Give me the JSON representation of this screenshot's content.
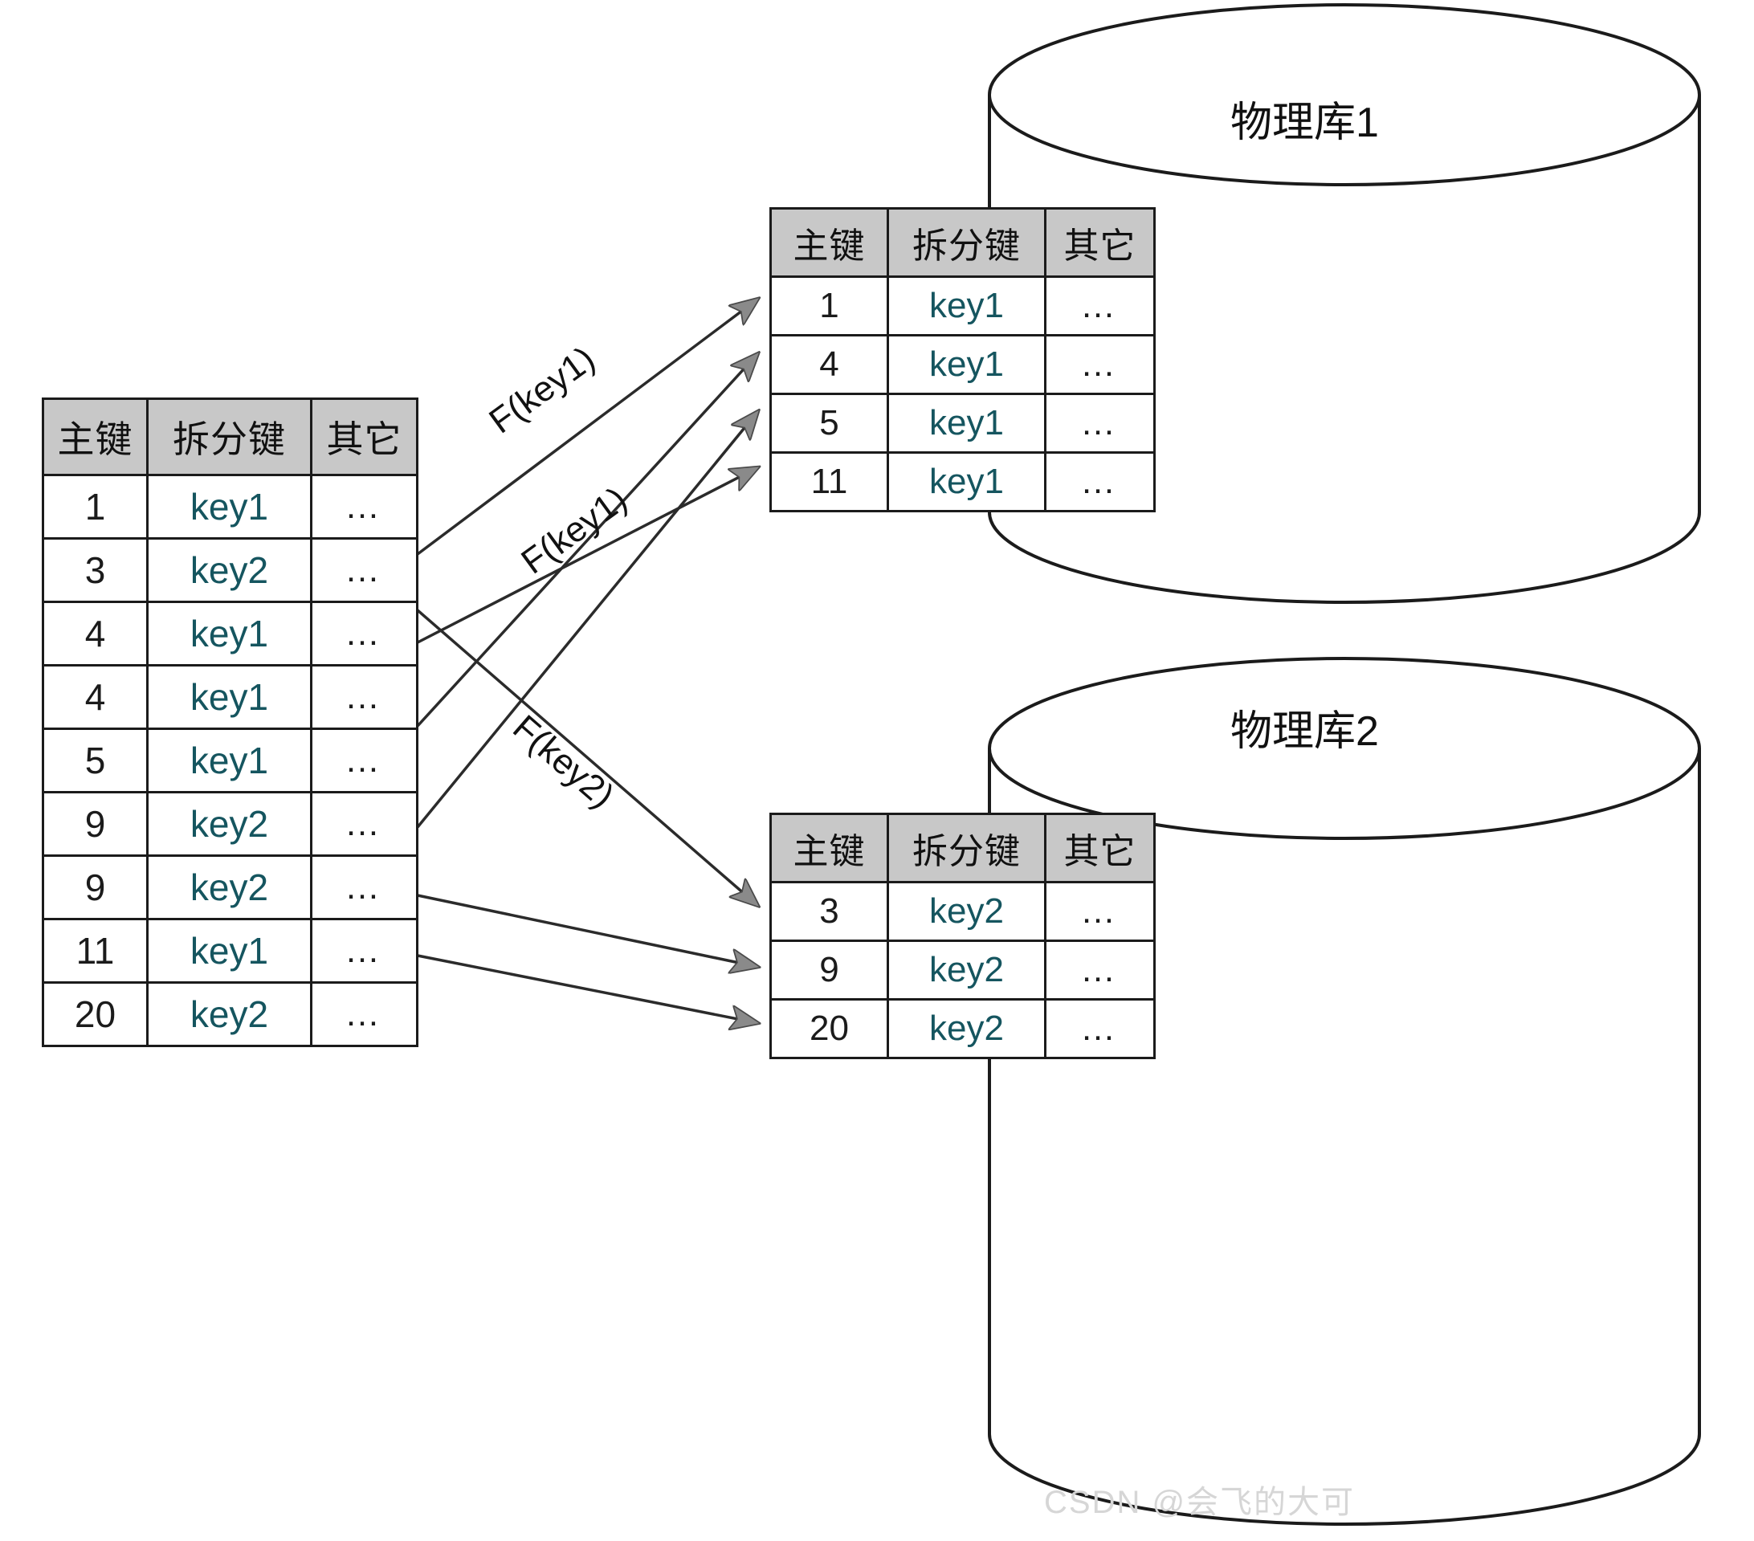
{
  "diagram": {
    "title_hidden": "",
    "watermark": "CSDN @会飞的大可"
  },
  "source_table": {
    "name": "logical-table",
    "columns": [
      "主键",
      "拆分键",
      "其它"
    ],
    "rows": [
      {
        "pk": "1",
        "shard_key": "key1",
        "other": "…"
      },
      {
        "pk": "3",
        "shard_key": "key2",
        "other": "…"
      },
      {
        "pk": "4",
        "shard_key": "key1",
        "other": "…"
      },
      {
        "pk": "4",
        "shard_key": "key1",
        "other": "…"
      },
      {
        "pk": "5",
        "shard_key": "key1",
        "other": "…"
      },
      {
        "pk": "9",
        "shard_key": "key2",
        "other": "…"
      },
      {
        "pk": "9",
        "shard_key": "key2",
        "other": "…"
      },
      {
        "pk": "11",
        "shard_key": "key1",
        "other": "…"
      },
      {
        "pk": "20",
        "shard_key": "key2",
        "other": "…"
      }
    ]
  },
  "shards": [
    {
      "id": "shard-1",
      "label": "物理库1",
      "columns": [
        "主键",
        "拆分键",
        "其它"
      ],
      "rows": [
        {
          "pk": "1",
          "shard_key": "key1",
          "other": "…"
        },
        {
          "pk": "4",
          "shard_key": "key1",
          "other": "…"
        },
        {
          "pk": "5",
          "shard_key": "key1",
          "other": "…"
        },
        {
          "pk": "11",
          "shard_key": "key1",
          "other": "…"
        }
      ]
    },
    {
      "id": "shard-2",
      "label": "物理库2",
      "columns": [
        "主键",
        "拆分键",
        "其它"
      ],
      "rows": [
        {
          "pk": "3",
          "shard_key": "key2",
          "other": "…"
        },
        {
          "pk": "9",
          "shard_key": "key2",
          "other": "…"
        },
        {
          "pk": "20",
          "shard_key": "key2",
          "other": "…"
        }
      ]
    }
  ],
  "arrow_labels": [
    {
      "id": "fn-key1-a",
      "text": "F(key1)"
    },
    {
      "id": "fn-key1-b",
      "text": "F(key1)"
    },
    {
      "id": "fn-key2",
      "text": "F(key2)"
    }
  ],
  "colors": {
    "header_fill": "#c8c8c8",
    "line": "#1b1b1b",
    "key_text": "#15555f",
    "arrow_head": "#808080",
    "watermark": "#d6d6d6"
  }
}
